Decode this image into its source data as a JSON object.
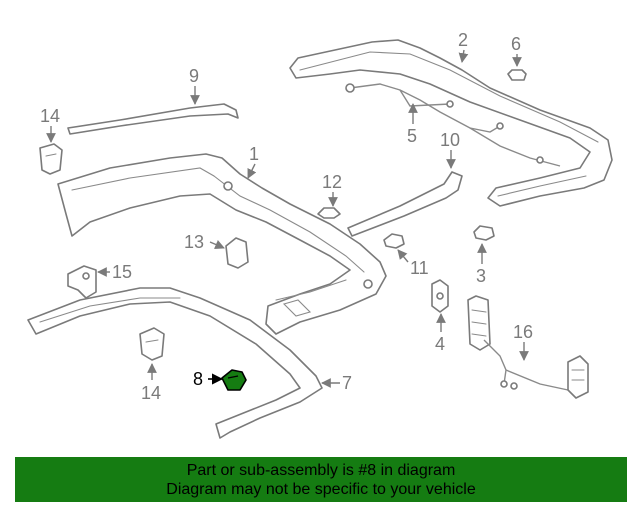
{
  "callouts": {
    "c1": "1",
    "c2": "2",
    "c3": "3",
    "c4": "4",
    "c5": "5",
    "c6": "6",
    "c7": "7",
    "c8": "8",
    "c9": "9",
    "c10": "10",
    "c11": "11",
    "c12": "12",
    "c13": "13",
    "c14a": "14",
    "c14b": "14",
    "c15": "15",
    "c16": "16"
  },
  "banner": {
    "line1": "Part or sub-assembly is #8 in diagram",
    "line2": "Diagram may not be specific to your vehicle"
  },
  "colors": {
    "highlight_part": "#157c12",
    "banner_bg": "#157c12",
    "line_gray": "#7a7a7a"
  }
}
